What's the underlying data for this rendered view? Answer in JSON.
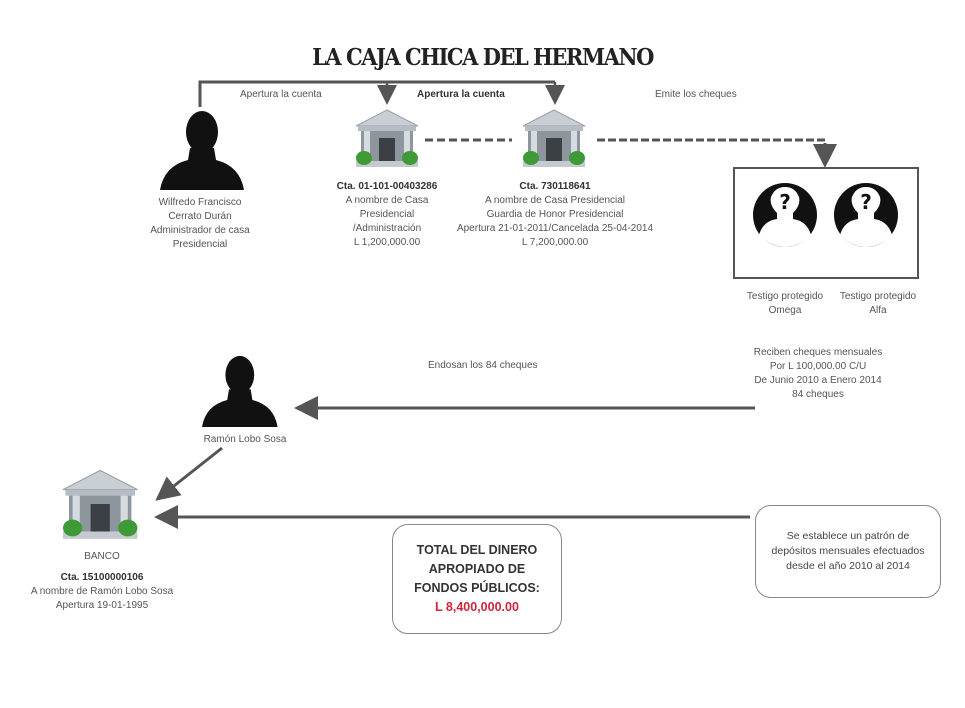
{
  "title": "LA CAJA CHICA DEL HERMANO",
  "labels": {
    "open1": "Apertura la cuenta",
    "open2": "Apertura la cuenta",
    "emit": "Emite los cheques",
    "endorse": "Endosan los 84 cheques"
  },
  "person1": {
    "lines": [
      "Wilfredo Francisco",
      "Cerrato Durán",
      "Administrador de casa",
      "Presidencial"
    ]
  },
  "bank1": {
    "account": "Cta. 01-101-00403286",
    "lines": [
      "A nombre de Casa",
      "Presidencial",
      "/Administración",
      "L 1,200,000.00"
    ]
  },
  "bank2": {
    "account": "Cta. 730118641",
    "lines": [
      "A nombre de Casa Presidencial",
      "Guardia de Honor Presidencial",
      "Apertura 21-01-2011/Cancelada 25-04-2014",
      "L 7,200,000.00"
    ]
  },
  "witnesses": [
    {
      "lines": [
        "Testigo protegido",
        "Omega"
      ]
    },
    {
      "lines": [
        "Testigo protegido",
        "Alfa"
      ]
    }
  ],
  "checks": {
    "lines": [
      "Reciben cheques mensuales",
      "Por L 100,000.00  C/U",
      "De Junio 2010 a Enero 2014",
      "84 cheques"
    ]
  },
  "person2": {
    "name": "Ramón Lobo Sosa"
  },
  "bank3": {
    "name": "BANCO",
    "account": "Cta. 15100000106",
    "lines": [
      "A nombre de Ramón Lobo Sosa",
      "Apertura 19-01-1995"
    ]
  },
  "total": {
    "lines": [
      "TOTAL DEL DINERO",
      "APROPIADO DE",
      "FONDOS PÚBLICOS:"
    ],
    "amount": "L 8,400,000.00",
    "amount_color": "#d0253a"
  },
  "pattern": {
    "text": "Se establece un patrón de depósitos mensuales efectuados desde el año 2010 al  2014"
  }
}
